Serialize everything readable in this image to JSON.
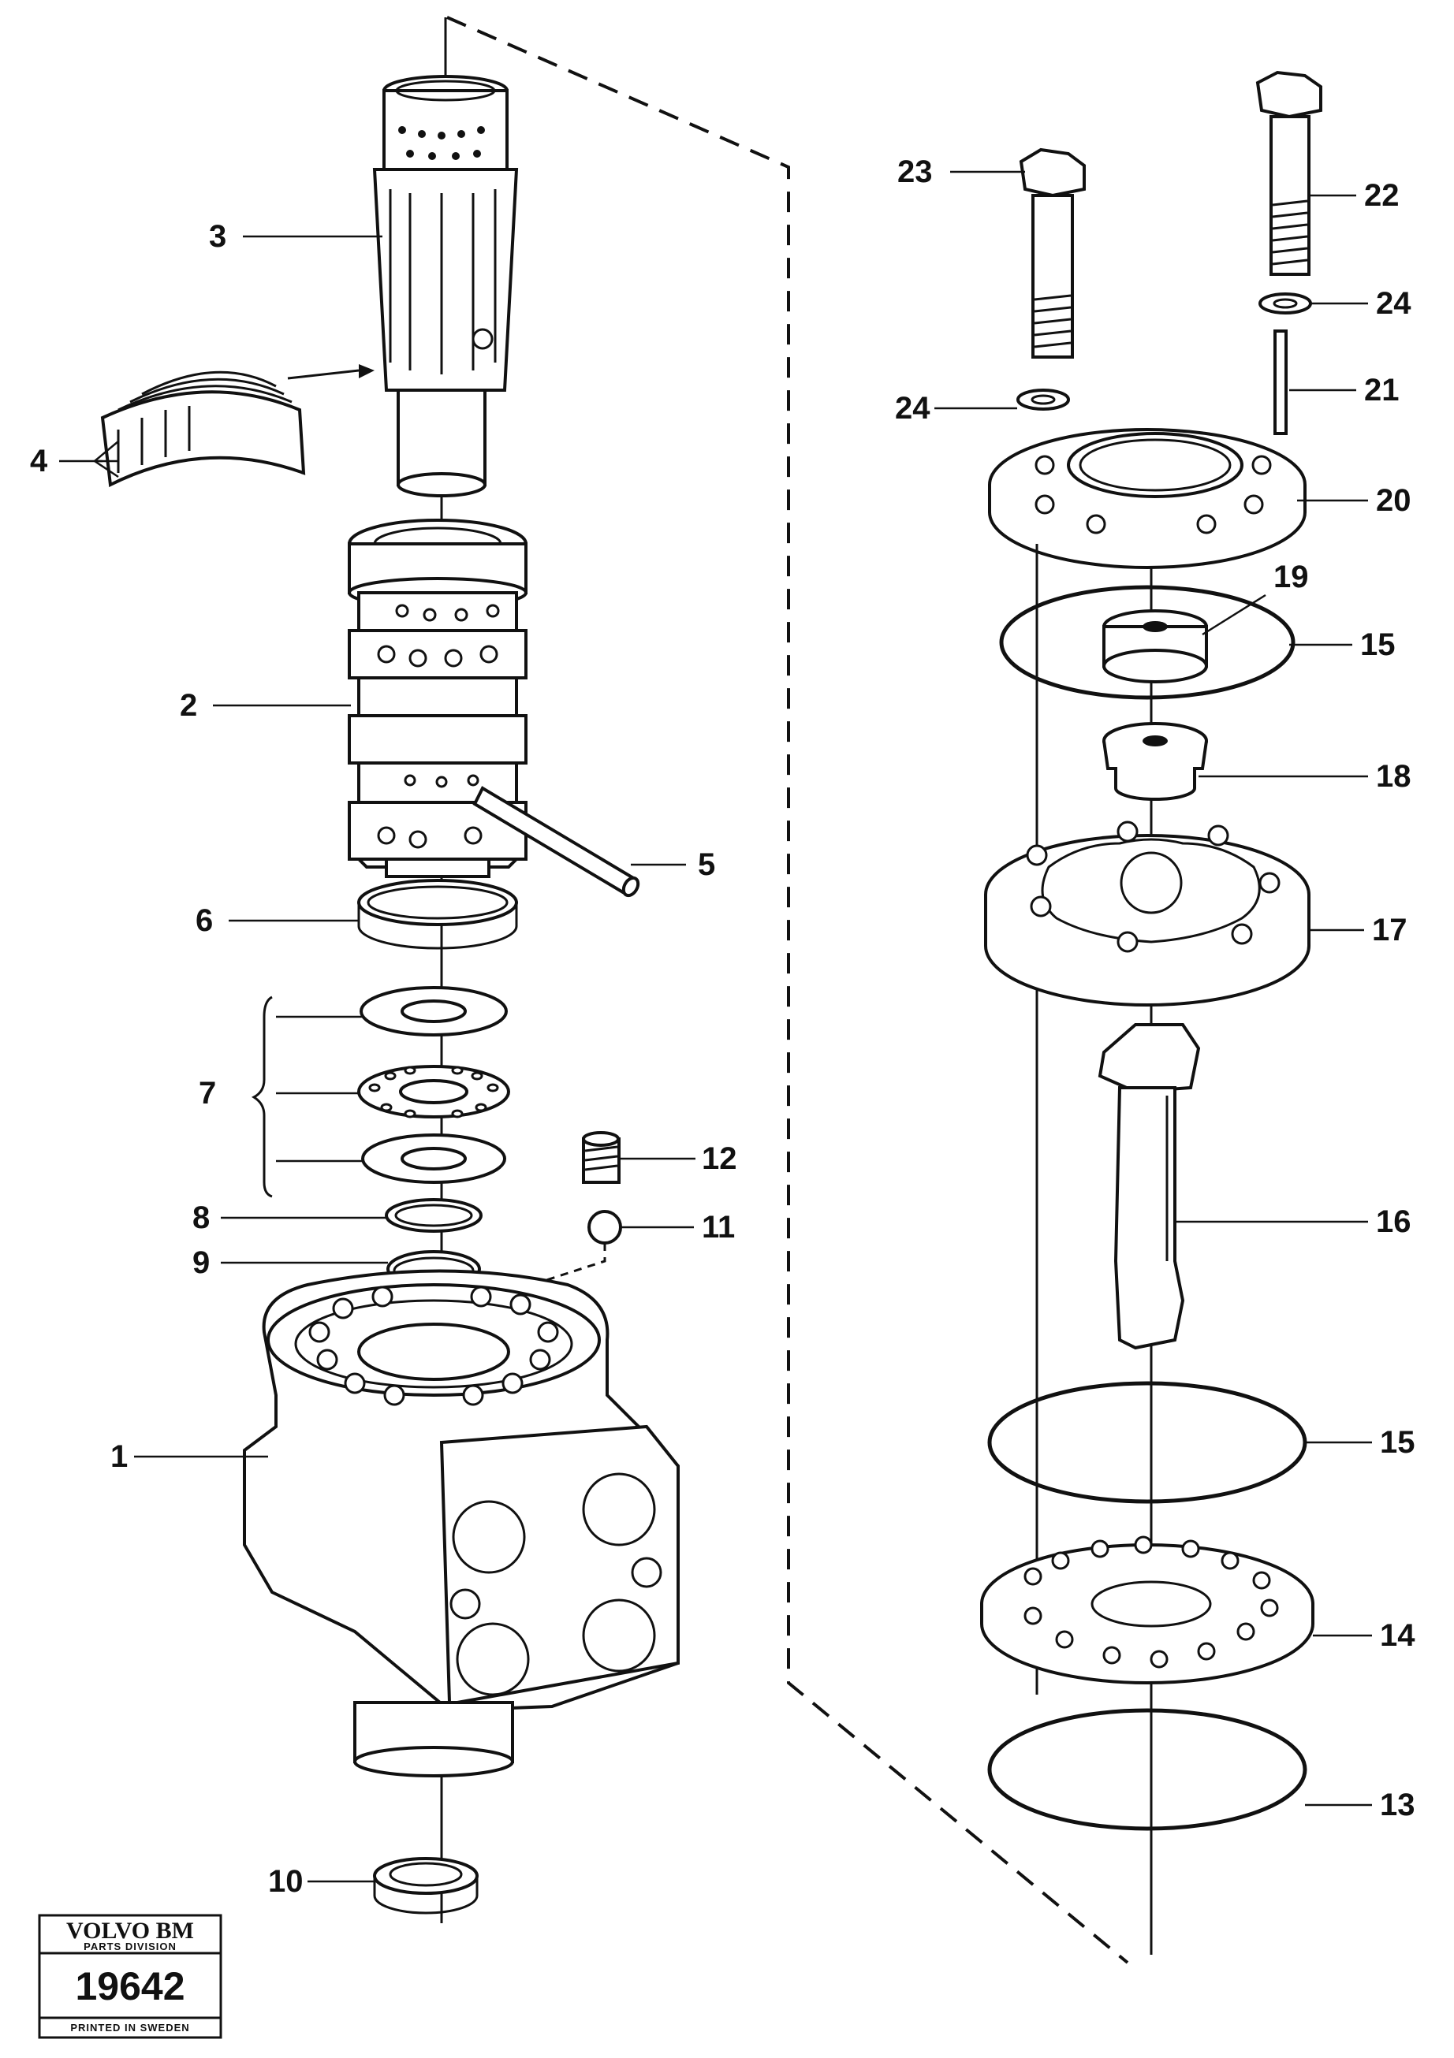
{
  "callouts": [
    {
      "id": "1",
      "text": "1"
    },
    {
      "id": "2",
      "text": "2"
    },
    {
      "id": "3",
      "text": "3"
    },
    {
      "id": "4",
      "text": "4"
    },
    {
      "id": "5",
      "text": "5"
    },
    {
      "id": "6",
      "text": "6"
    },
    {
      "id": "7",
      "text": "7"
    },
    {
      "id": "8",
      "text": "8"
    },
    {
      "id": "9",
      "text": "9"
    },
    {
      "id": "10",
      "text": "10"
    },
    {
      "id": "11",
      "text": "11"
    },
    {
      "id": "12",
      "text": "12"
    },
    {
      "id": "13",
      "text": "13"
    },
    {
      "id": "14",
      "text": "14"
    },
    {
      "id": "15a",
      "text": "15"
    },
    {
      "id": "15b",
      "text": "15"
    },
    {
      "id": "16",
      "text": "16"
    },
    {
      "id": "17",
      "text": "17"
    },
    {
      "id": "18",
      "text": "18"
    },
    {
      "id": "19",
      "text": "19"
    },
    {
      "id": "20",
      "text": "20"
    },
    {
      "id": "21",
      "text": "21"
    },
    {
      "id": "22",
      "text": "22"
    },
    {
      "id": "23",
      "text": "23"
    },
    {
      "id": "24a",
      "text": "24"
    },
    {
      "id": "24b",
      "text": "24"
    }
  ],
  "stamp": {
    "brand": "VOLVO BM",
    "division": "PARTS DIVISION",
    "number": "19642",
    "printed": "PRINTED IN SWEDEN"
  }
}
